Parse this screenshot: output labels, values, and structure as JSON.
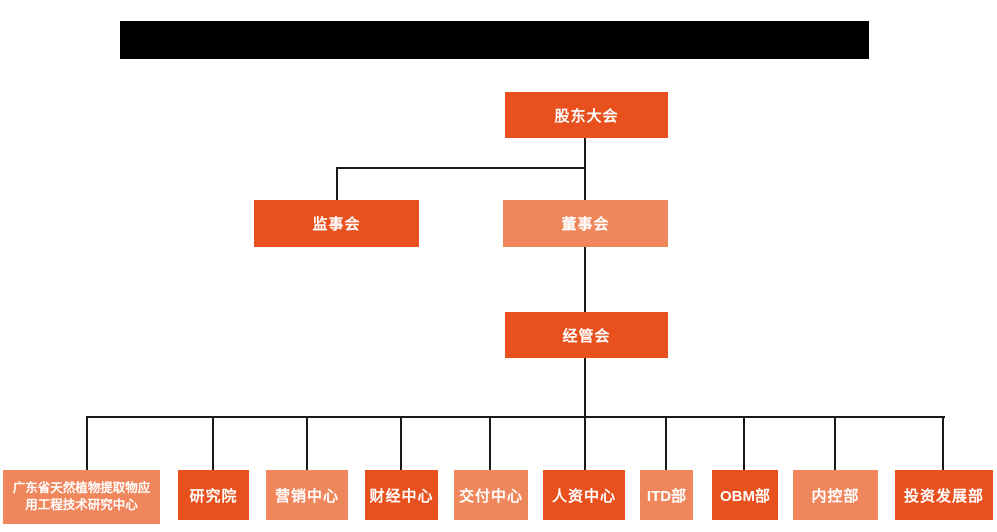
{
  "colors": {
    "primary": "#e8501d",
    "secondary": "#f0865c",
    "connector": "#1a1a1a",
    "redaction": "#000000",
    "text": "#ffffff"
  },
  "nodes": {
    "shareholders": "股东大会",
    "supervisory": "监事会",
    "board": "董事会",
    "management": "经管会"
  },
  "departments": [
    {
      "label": "广东省天然植物提取物应用工程技术研究中心"
    },
    {
      "label": "研究院"
    },
    {
      "label": "营销中心"
    },
    {
      "label": "财经中心"
    },
    {
      "label": "交付中心"
    },
    {
      "label": "人资中心"
    },
    {
      "label": "ITD部"
    },
    {
      "label": "OBM部"
    },
    {
      "label": "内控部"
    },
    {
      "label": "投资发展部"
    }
  ]
}
